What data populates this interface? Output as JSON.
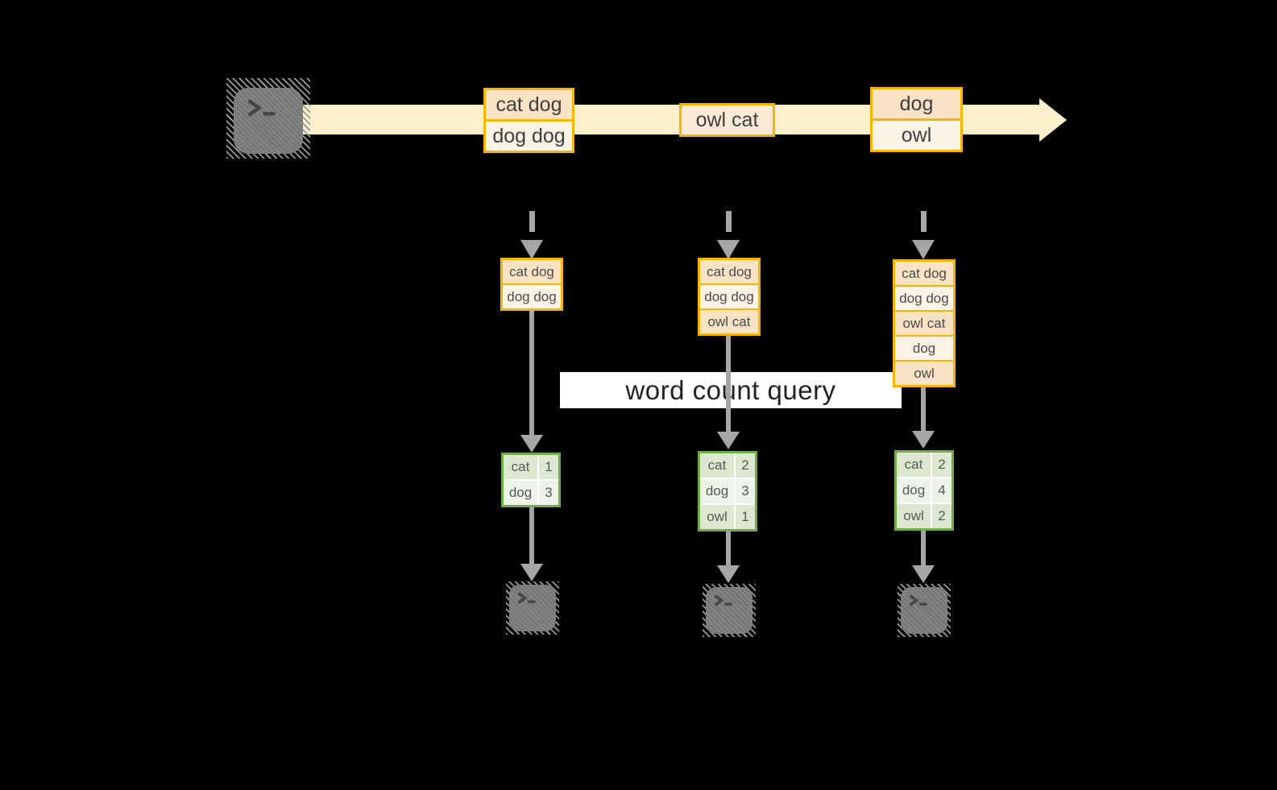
{
  "palette": {
    "background": "#000000",
    "stream_band": "#FBF0CB",
    "orange_border": "#F5B501",
    "peach_dark": "#FAE3C5",
    "peach_light": "#FDF3E5",
    "green_border": "#71AD47",
    "green_cell_dark": "#DCE9D0",
    "green_cell_light": "#EDF4E7",
    "arrow_gray": "#A6A6A6",
    "terminal_gray": "#7F7F7F",
    "banner_background": "#FFFFFF"
  },
  "banner": {
    "label": "word count query"
  },
  "stream": {
    "source_icon": "terminal-icon",
    "batches": [
      {
        "lines": [
          "cat dog",
          "dog dog"
        ]
      },
      {
        "lines": [
          "owl cat"
        ]
      },
      {
        "lines": [
          "dog",
          "owl"
        ]
      }
    ]
  },
  "columns": [
    {
      "input_lines": [
        "cat dog",
        "dog dog"
      ],
      "counts": [
        {
          "word": "cat",
          "count": "1"
        },
        {
          "word": "dog",
          "count": "3"
        }
      ]
    },
    {
      "input_lines": [
        "cat dog",
        "dog dog",
        "owl cat"
      ],
      "counts": [
        {
          "word": "cat",
          "count": "2"
        },
        {
          "word": "dog",
          "count": "3"
        },
        {
          "word": "owl",
          "count": "1"
        }
      ]
    },
    {
      "input_lines": [
        "cat dog",
        "dog dog",
        "owl cat",
        "dog",
        "owl"
      ],
      "counts": [
        {
          "word": "cat",
          "count": "2"
        },
        {
          "word": "dog",
          "count": "4"
        },
        {
          "word": "owl",
          "count": "2"
        }
      ]
    }
  ]
}
